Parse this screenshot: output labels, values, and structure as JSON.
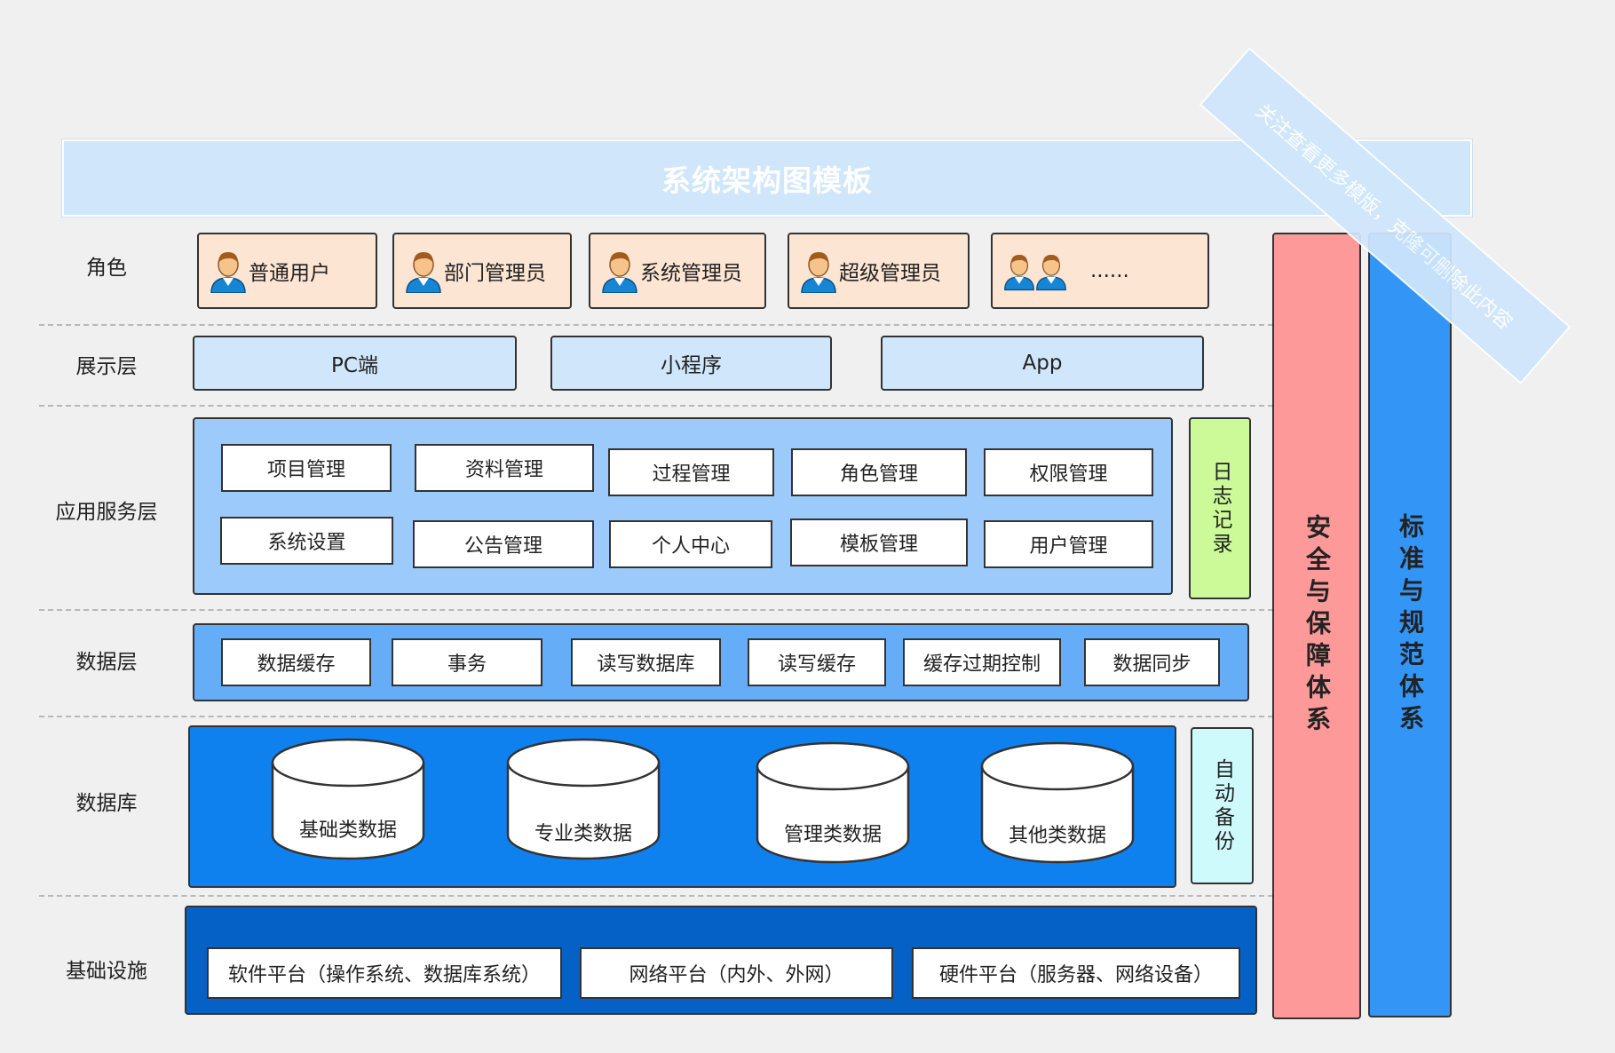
{
  "title": "系统架构图模板",
  "watermark": "关注查看更多模版，克隆可删除此内容",
  "rows": {
    "role": "角色",
    "presentation": "展示层",
    "app_service": "应用服务层",
    "data_layer": "数据层",
    "database": "数据库",
    "infra": "基础设施"
  },
  "roles": [
    "普通用户",
    "部门管理员",
    "系统管理员",
    "超级管理员",
    "......"
  ],
  "presentation": [
    "PC端",
    "小程序",
    "App"
  ],
  "app_services": [
    "项目管理",
    "资料管理",
    "过程管理",
    "角色管理",
    "权限管理",
    "系统设置",
    "公告管理",
    "个人中心",
    "模板管理",
    "用户管理"
  ],
  "log_record": "日志记录",
  "data_layer": [
    "数据缓存",
    "事务",
    "读写数据库",
    "读写缓存",
    "缓存过期控制",
    "数据同步"
  ],
  "databases": [
    "基础类数据",
    "专业类数据",
    "管理类数据",
    "其他类数据"
  ],
  "auto_backup": "自动备份",
  "infrastructure": [
    "软件平台（操作系统、数据库系统）",
    "网络平台（内外、外网）",
    "硬件平台（服务器、网络设备）"
  ],
  "pillars": {
    "security": "安全与保障体系",
    "standards": "标准与规范体系"
  },
  "colors": {
    "background": "#f0f0f0",
    "title": "#cfe6fb",
    "role": "#fde5d3",
    "presentation": "#cfe6fb",
    "app_panel": "#9ccbfb",
    "data_panel": "#66adf7",
    "db_panel": "#0f81ef",
    "infra_panel": "#0561c6",
    "log": "#ccfa98",
    "backup": "#cffafc",
    "security": "#fd9999",
    "standards": "#3395f5"
  }
}
